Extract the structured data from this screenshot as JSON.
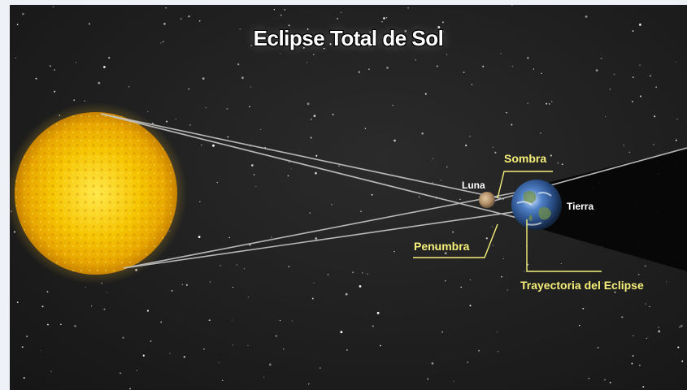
{
  "title": "Eclipse Total de Sol",
  "labels": {
    "moon": "Luna",
    "earth": "Tierra",
    "umbra": "Sombra",
    "penumbra": "Penumbra",
    "path": "Trayectoria del Eclipse"
  },
  "colors": {
    "space": "#1e1e1e",
    "sun": "#f5c400",
    "callout": "#f6f07a",
    "rays": "#c8c8c8"
  }
}
